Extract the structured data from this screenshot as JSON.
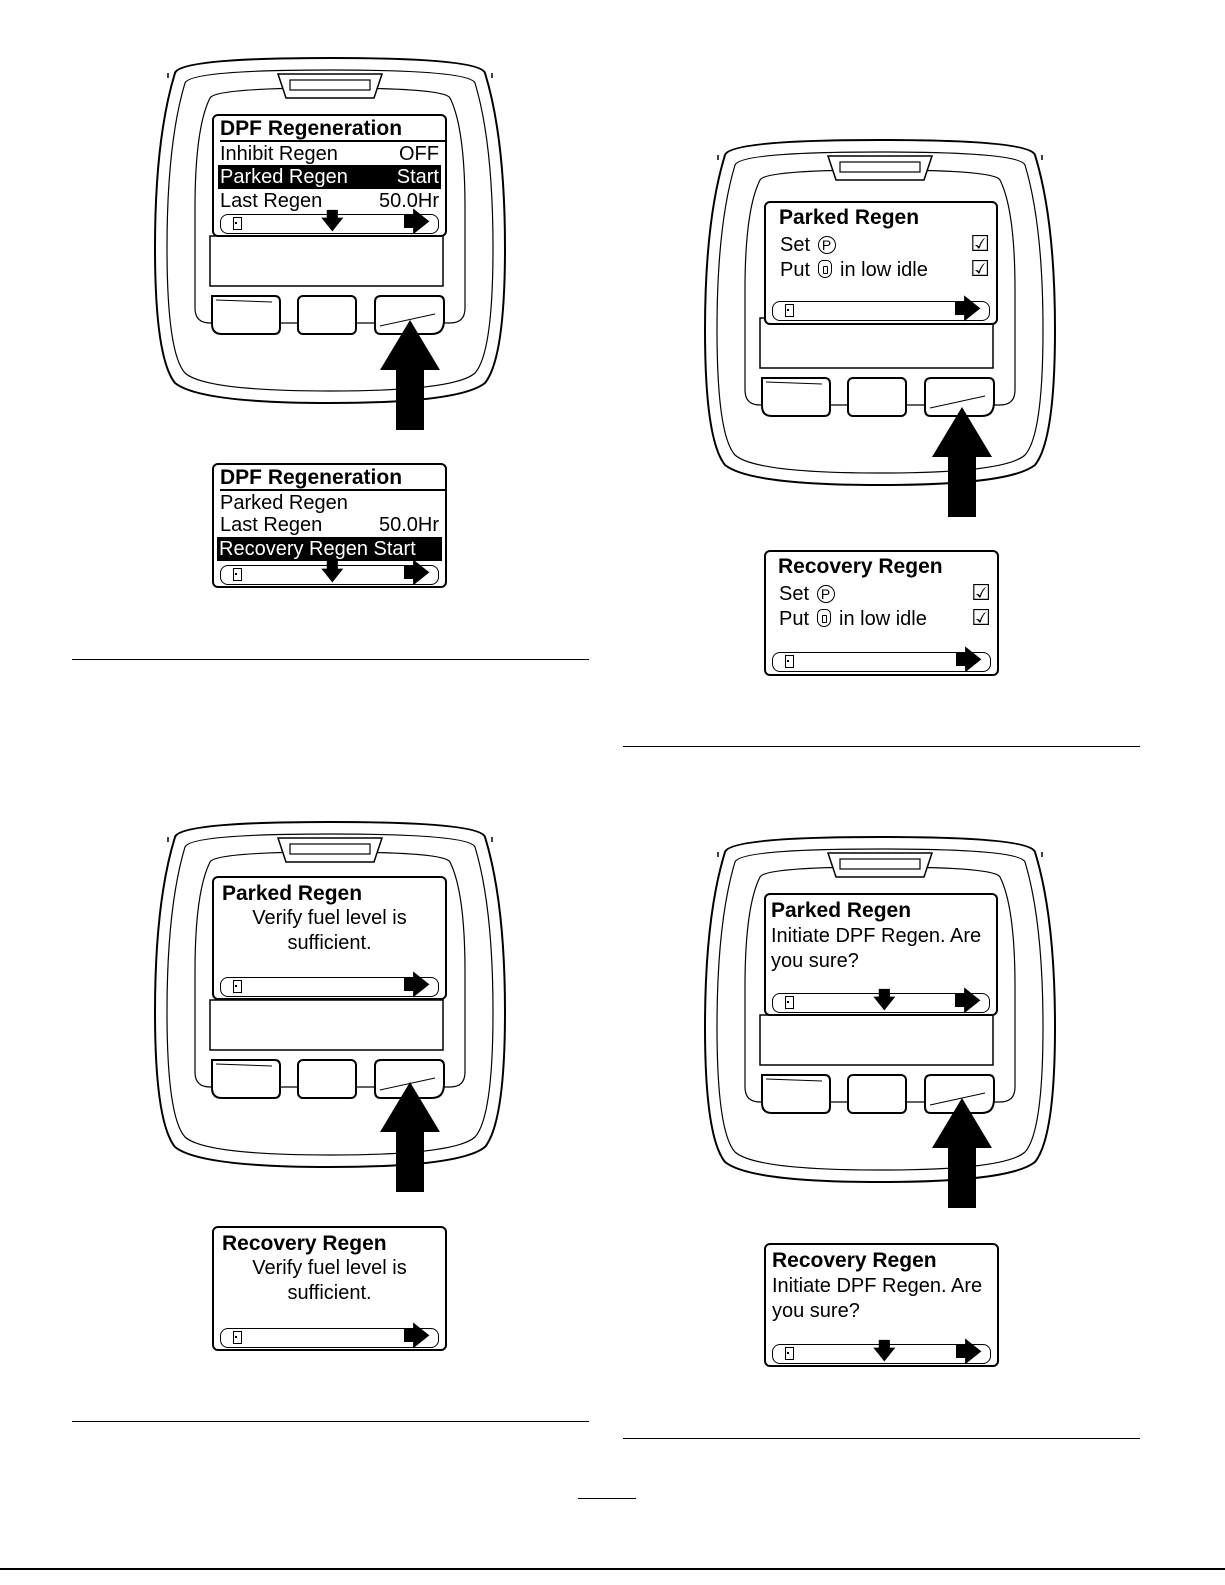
{
  "panels": {
    "p1": {
      "display": {
        "title": "DPF Regeneration",
        "rows": [
          {
            "label": "Inhibit Regen",
            "value": "OFF"
          },
          {
            "label": "Parked Regen",
            "value": "Start"
          },
          {
            "label": "Last Regen",
            "value": "50.0Hr"
          }
        ]
      },
      "result": {
        "title": "DPF Regeneration",
        "rows": [
          {
            "label": "Parked Regen",
            "value": ""
          },
          {
            "label": "Last Regen",
            "value": "50.0Hr"
          },
          {
            "label": "Recovery Regen Start",
            "value": ""
          }
        ]
      }
    },
    "p2": {
      "display": {
        "title": "Parked Regen",
        "line1_prefix": "Set",
        "line2_prefix": "Put",
        "line2_suffix": "in low idle",
        "p_symbol": "P",
        "check": "☑"
      },
      "result": {
        "title": "Recovery Regen",
        "line1_prefix": "Set",
        "line2_prefix": "Put",
        "line2_suffix": "in low idle",
        "p_symbol": "P",
        "check": "☑"
      }
    },
    "p3": {
      "display": {
        "title": "Parked Regen",
        "line1": "Verify fuel level is",
        "line2": "sufficient."
      },
      "result": {
        "title": "Recovery Regen",
        "line1": "Verify fuel level is",
        "line2": "sufficient."
      }
    },
    "p4": {
      "display": {
        "title": "Parked Regen",
        "line1": "Initiate DPF Regen. Are",
        "line2": "you sure?"
      },
      "result": {
        "title": "Recovery Regen",
        "line1": "Initiate DPF Regen. Are",
        "line2": "you sure?"
      }
    }
  },
  "nav_glyphs": {
    "down": "🡇",
    "right": "🡆"
  },
  "icons": [
    "display-unit-icon",
    "press-arrow-icon",
    "exit-icon",
    "down-arrow-icon",
    "right-arrow-icon",
    "park-brake-icon",
    "ignition-key-icon",
    "checkbox-checked-icon"
  ]
}
